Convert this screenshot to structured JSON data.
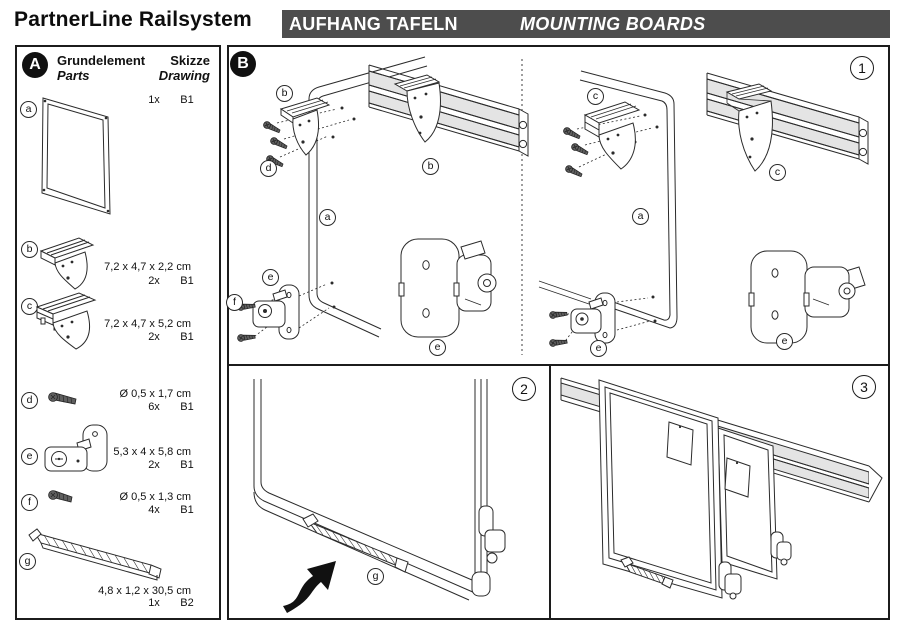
{
  "header": {
    "product_title": "PartnerLine Railsystem",
    "section_title_de": "AUFHANG TAFELN",
    "section_title_en": "MOUNTING BOARDS",
    "banner_color": "#4d4d4d"
  },
  "parts_panel": {
    "badge": "A",
    "col_parts_de": "Grundelement",
    "col_parts_en": "Parts",
    "col_drawing_de": "Skizze",
    "col_drawing_en": "Drawing",
    "parts": [
      {
        "label": "a",
        "dims": "",
        "qty": "1x",
        "ref": "B1"
      },
      {
        "label": "b",
        "dims": "7,2 x 4,7 x 2,2 cm",
        "qty": "2x",
        "ref": "B1"
      },
      {
        "label": "c",
        "dims": "7,2 x 4,7 x 5,2 cm",
        "qty": "2x",
        "ref": "B1"
      },
      {
        "label": "d",
        "dims": "Ø 0,5 x 1,7 cm",
        "qty": "6x",
        "ref": "B1"
      },
      {
        "label": "e",
        "dims": "5,3 x 4 x 5,8 cm",
        "qty": "2x",
        "ref": "B1"
      },
      {
        "label": "f",
        "dims": "Ø 0,5 x 1,3 cm",
        "qty": "4x",
        "ref": "B1"
      },
      {
        "label": "g",
        "dims": "4,8 x 1,2 x 30,5 cm",
        "qty": "1x",
        "ref": "B2"
      }
    ]
  },
  "assembly_panel": {
    "badge": "B",
    "step1": {
      "number": "1",
      "callouts": {
        "bracket_b_board": "b",
        "screws_d": "d",
        "board_left": "a",
        "clamp_e_left": "e",
        "screws_f": "f",
        "bracket_b_rail": "b",
        "clamp_e_detail_left": "e",
        "bracket_c_board": "c",
        "board_right": "a",
        "clamp_e_right": "e",
        "bracket_c_rail": "c",
        "clamp_e_detail_right": "e"
      }
    },
    "step2": {
      "number": "2",
      "callouts": {
        "pen_tray": "g"
      }
    },
    "step3": {
      "number": "3"
    }
  }
}
